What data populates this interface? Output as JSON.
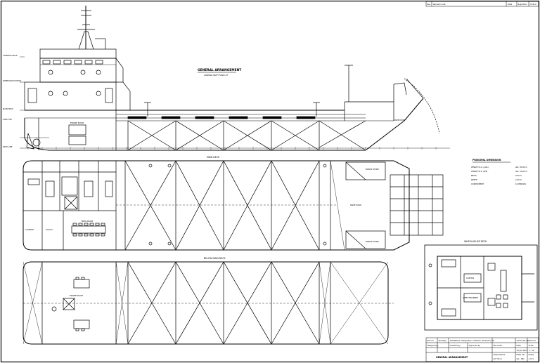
{
  "drawing": {
    "main_title": "GENERAL ARRANGEMENT",
    "main_subtitle": "LANDING CRAFT TANK LCT",
    "main_deck_title": "MAIN DECK",
    "below_deck_title": "BELOW MAIN DECK",
    "wheelhouse_title": "WHEELHOUSE DECK"
  },
  "elevation_labels": {
    "compass_deck": "COMPASS DECK",
    "wheelhouse_deck": "WHEELHOUSE DECK",
    "main_deck": "MAIN DECK",
    "tank_top": "TANK TOP",
    "base_line": "BASE LINE",
    "engine_room": "ENGINE ROOM",
    "ramp_door": "RAMP DOOR"
  },
  "main_deck_rooms": {
    "laundry": "LAUNDRY",
    "galley": "GALLEY",
    "mess_room": "MESS ROOM",
    "bosun_store_top": "BOSUN STORE",
    "bosun_store_bottom": "BOSUN STORE",
    "ramp_door": "RAMP DOOR"
  },
  "below_deck_rooms": {
    "engine_room": "ENGINE ROOM"
  },
  "wheelhouse_rooms": {
    "captain": "CAPTAIN",
    "chief_engineer": "CHIEF ENGINEER"
  },
  "principal_dimension": {
    "title": "PRINCIPAL DIMENSION",
    "rows": [
      {
        "label": "LENGTH O.A. (LOA)",
        "value": "abt. 35.00 m"
      },
      {
        "label": "LENGTH B.P. (LPP)",
        "value": "abt. 31.60 m"
      },
      {
        "label": "BEAM",
        "value": "9.00 m"
      },
      {
        "label": "DEPTH",
        "value": "2.40 m"
      },
      {
        "label": "COMPLEMENT",
        "value": "10 PERSON"
      }
    ]
  },
  "revision_block": {
    "col_rev": "Rev.",
    "col_rev_note": "Revision note",
    "col_date": "Date",
    "col_signature": "Signature",
    "col_control": "Control"
  },
  "title_block": {
    "r1_drawn": "Record",
    "r1_qty": "Quantity",
    "r1_title": "Title/Name, designation, material, dimension etc",
    "r1_article": "Article No./Reference",
    "r2_designed": "Designed by",
    "r2_checked": "Checked by",
    "r2_approved": "Approved by",
    "r2_date_label": "Date",
    "r2_file": "File name",
    "r2_date": "Date",
    "r2_scale": "Scale",
    "r3_date_value": "10-Jun-2017",
    "r3_scale_value": "1 : 50",
    "r4_name": "GENERAL ARRANGEMENT",
    "r4_project_label": "Vessel Name",
    "r4_project": "LCT 35 m",
    "r4_dwg_label": "DWG. No.",
    "r4_dwg": "GA - 001",
    "r4_sheet_label": "Sheet",
    "r4_sheet": "1 of 1"
  }
}
